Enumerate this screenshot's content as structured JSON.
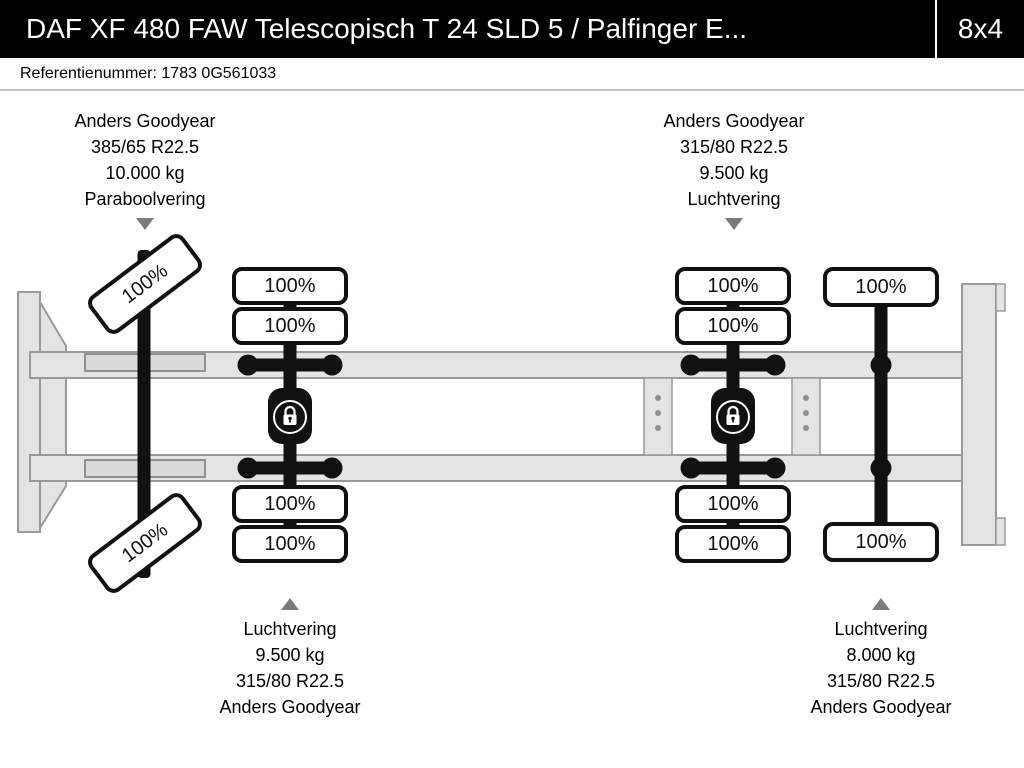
{
  "header": {
    "title": "DAF XF 480 FAW Telescopisch T 24 SLD 5 / Palfinger E...",
    "axle_config": "8x4"
  },
  "reference": "Referentienummer: 1783 0G561033",
  "colors": {
    "header_bg": "#000000",
    "header_text": "#ffffff",
    "chassis_fill": "#e4e4e4",
    "chassis_stroke": "#999999",
    "axle_black": "#111111",
    "pointer_gray": "#7a7a7a"
  },
  "icons": {
    "diff_lock": "padlock",
    "pointer_down": "triangle-down",
    "pointer_up": "triangle-up"
  },
  "axles": [
    {
      "specs": [
        "Anders Goodyear",
        "385/65 R22.5",
        "10.000 kg",
        "Paraboolvering"
      ],
      "tires": [
        "100%",
        "100%"
      ]
    },
    {
      "specs": [
        "Luchtvering",
        "9.500 kg",
        "315/80 R22.5",
        "Anders Goodyear"
      ],
      "tires": [
        "100%",
        "100%",
        "100%",
        "100%"
      ]
    },
    {
      "specs": [
        "Anders Goodyear",
        "315/80 R22.5",
        "9.500 kg",
        "Luchtvering"
      ],
      "tires": [
        "100%",
        "100%",
        "100%",
        "100%"
      ]
    },
    {
      "specs": [
        "Luchtvering",
        "8.000 kg",
        "315/80 R22.5",
        "Anders Goodyear"
      ],
      "tires": [
        "100%",
        "100%"
      ]
    }
  ]
}
